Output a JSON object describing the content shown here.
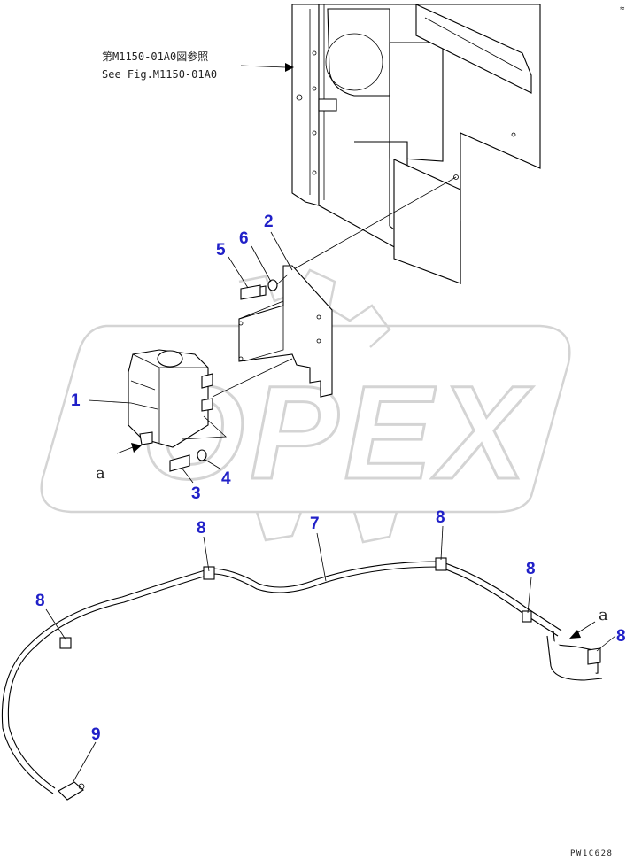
{
  "reference_note": {
    "line1": "第M1150-01A0図参照",
    "line2": "See Fig.M1150-01A0"
  },
  "callouts": [
    {
      "id": "1",
      "label": "1"
    },
    {
      "id": "2",
      "label": "2"
    },
    {
      "id": "3",
      "label": "3"
    },
    {
      "id": "4",
      "label": "4"
    },
    {
      "id": "5",
      "label": "5"
    },
    {
      "id": "6",
      "label": "6"
    },
    {
      "id": "7",
      "label": "7"
    },
    {
      "id": "8a",
      "label": "8"
    },
    {
      "id": "8b",
      "label": "8"
    },
    {
      "id": "8c",
      "label": "8"
    },
    {
      "id": "8d",
      "label": "8"
    },
    {
      "id": "8e",
      "label": "8"
    },
    {
      "id": "9",
      "label": "9"
    }
  ],
  "view_markers": {
    "left": "a",
    "right": "a"
  },
  "watermark": "OPEX",
  "drawing_code": "PW1C628",
  "colors": {
    "callout": "#2020c8",
    "line": "#000000",
    "watermark": "#d4d4d4"
  }
}
